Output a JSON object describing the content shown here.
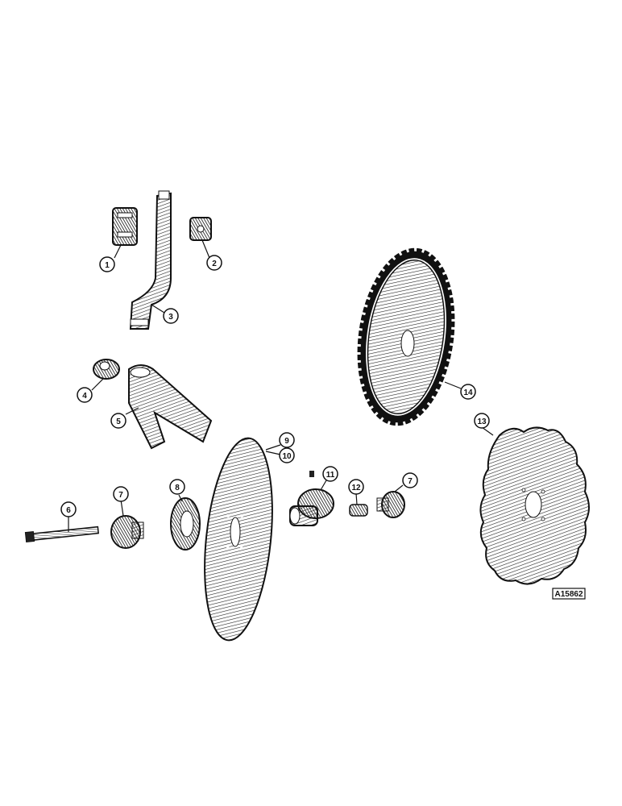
{
  "figure": {
    "reference_code": "A15862",
    "callouts": {
      "c1": "1",
      "c2": "2",
      "c3": "3",
      "c4": "4",
      "c5": "5",
      "c6": "6",
      "c7a": "7",
      "c7b": "7",
      "c8": "8",
      "c9": "9",
      "c10": "10",
      "c11": "11",
      "c12": "12",
      "c13": "13",
      "c14": "14"
    }
  }
}
